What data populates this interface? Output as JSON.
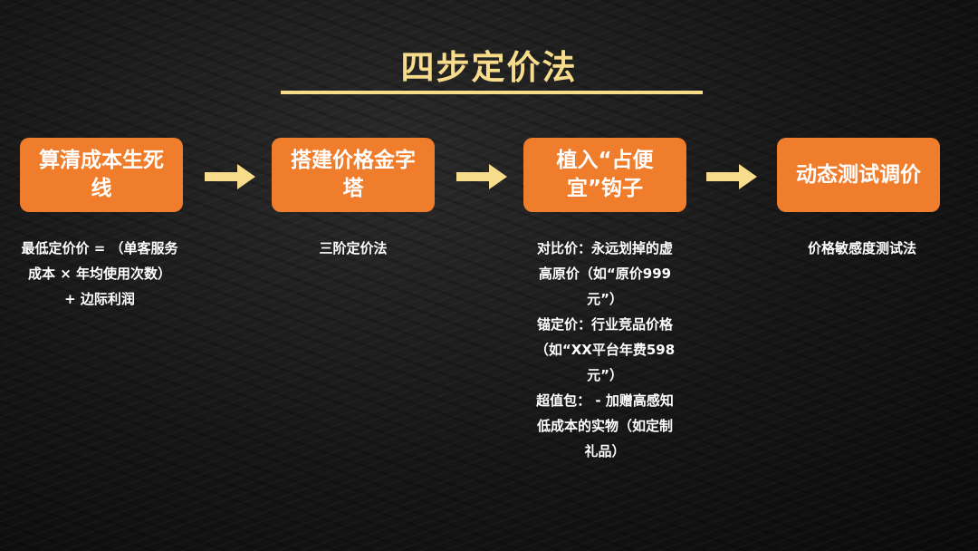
{
  "title": "四步定价法",
  "steps": [
    {
      "label": "算清成本生死线",
      "description": [
        "最低定价价 =  （单客服务",
        "成本 × 年均使用次数）",
        "+ 边际利润"
      ]
    },
    {
      "label": "搭建价格金字塔",
      "description": [
        "三阶定价法"
      ]
    },
    {
      "label": "植入“占便宜”钩子",
      "description": [
        "对比价：永远划掉的虚",
        "高原价（如“原价999",
        "元”）",
        "锚定价：行业竞品价格",
        "（如“XX平台年费598",
        "元”）",
        "超值包：  - 加赠高感知",
        "低成本的实物（如定制",
        "礼品）"
      ]
    },
    {
      "label": "动态测试调价",
      "description": [
        "价格敏感度测试法"
      ]
    }
  ],
  "colors": {
    "title": "#f7dc8c",
    "box": "#ef7d2c",
    "arrow": "#f7dc8c",
    "text": "#ffffff"
  },
  "icons": [
    "right-arrow-icon"
  ]
}
